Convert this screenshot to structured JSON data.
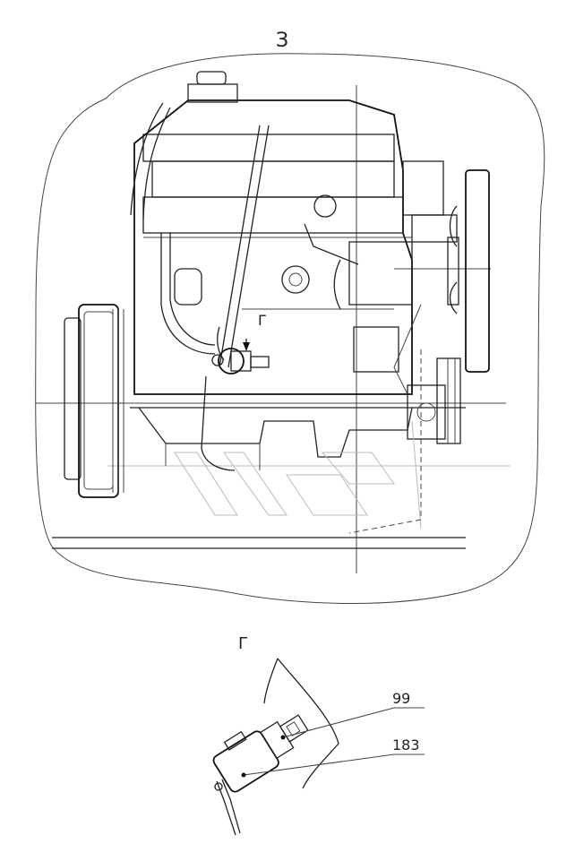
{
  "view_label": "З",
  "detail_label": "Г",
  "detail_callout": "Г",
  "parts": {
    "top": "99",
    "bottom": "183"
  }
}
